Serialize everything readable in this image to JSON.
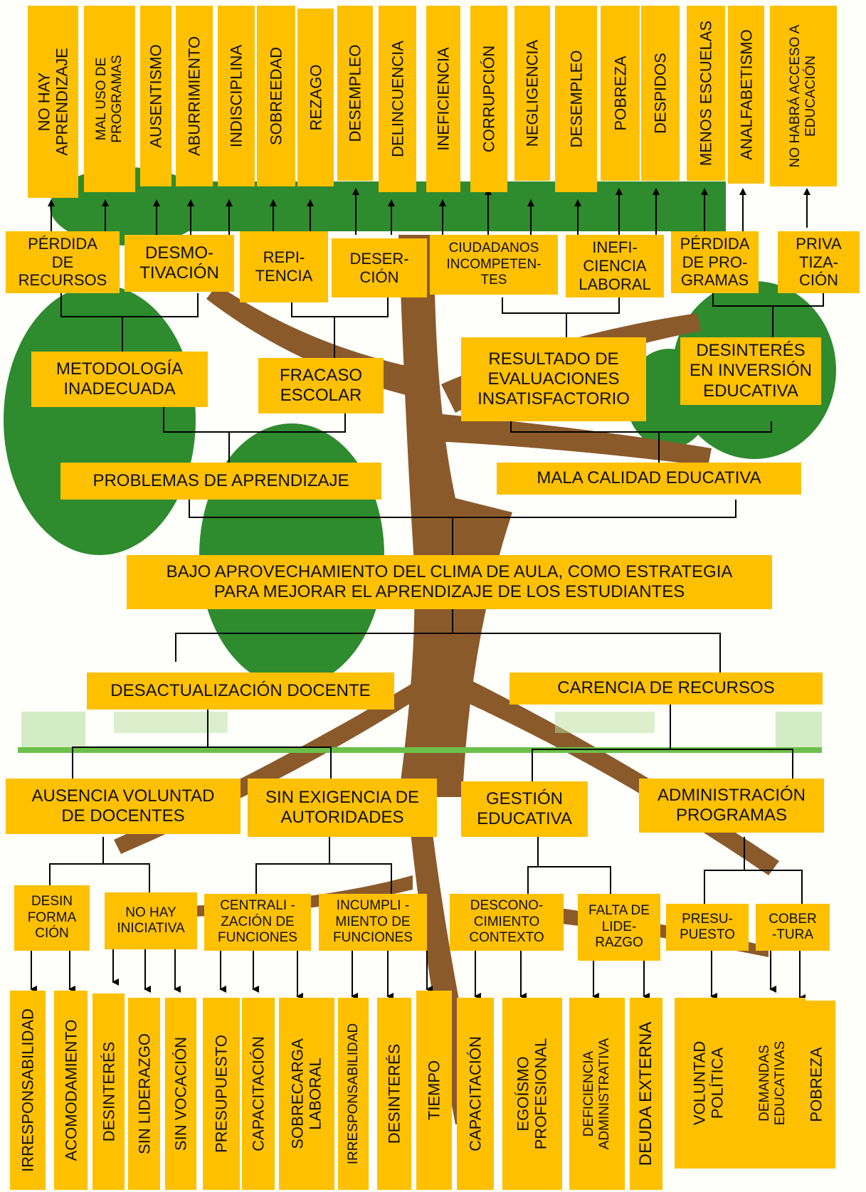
{
  "colors": {
    "box": "#ffc000",
    "trunk": "#8b5a2b",
    "foliage": "#2e8b2e",
    "grass": "#6cc04a",
    "line": "#000000"
  },
  "effects": [
    "NO HAY\nAPRENDIZAJE",
    "MAL USO DE\nPROGRAMAS",
    "AUSENTISMO",
    "ABURRIMIENTO",
    "INDISCIPLINA",
    "SOBREEDAD",
    "REZAGO",
    "DESEMPLEO",
    "DELINCUENCIA",
    "INEFICIENCIA",
    "CORRUPCIÓN",
    "NEGLIGENCIA",
    "DESEMPLEO",
    "POBREZA",
    "DESPIDOS",
    "MENOS ESCUELAS",
    "ANALFABETISMO",
    "NO HABRÁ ACCESO A\nEDUCACIÓN"
  ],
  "consequences": [
    "PÉRDIDA\nDE\nRECURSOS",
    "DESMO-\nTIVACIÓN",
    "REPI-\nTENCIA",
    "DESER-\nCIÓN",
    "CIUDADANOS\nINCOMPETEN-\nTES",
    "INEFI-\nCIENCIA\nLABORAL",
    "PÉRDIDA\nDE PRO-\nGRAMAS",
    "PRIVA\nTIZA-\nCIÓN"
  ],
  "mid_effects": [
    "METODOLOGÍA\nINADECUADA",
    "FRACASO\nESCOLAR",
    "RESULTADO DE\nEVALUACIONES\nINSATISFACTORIO",
    "DESINTERÉS\nEN INVERSIÓN\nEDUCATIVA"
  ],
  "top_effects": [
    "PROBLEMAS DE APRENDIZAJE",
    "MALA CALIDAD EDUCATIVA"
  ],
  "central_problem": "BAJO APROVECHAMIENTO DEL CLIMA DE AULA, COMO ESTRATEGIA\nPARA MEJORAR EL APRENDIZAJE DE LOS ESTUDIANTES",
  "main_causes": [
    "DESACTUALIZACIÓN DOCENTE",
    "CARENCIA DE RECURSOS"
  ],
  "secondary_causes": [
    "AUSENCIA VOLUNTAD\nDE DOCENTES",
    "SIN EXIGENCIA DE\nAUTORIDADES",
    "GESTIÓN\nEDUCATIVA",
    "ADMINISTRACIÓN\nPROGRAMAS"
  ],
  "tertiary_causes": [
    "DESIN\nFORMA\nCIÓN",
    "NO HAY\nINICIATIVA",
    "CENTRALI -\nZACIÓN DE\nFUNCIONES",
    "INCUMPLI -\nMIENTO DE\nFUNCIONES",
    "DESCONO-\nCIMIENTO\nCONTEXTO",
    "FALTA DE\nLIDE-\nRAZGO",
    "PRESU-\nPUESTO",
    "COBER\n-TURA"
  ],
  "roots": [
    "IRRESPONSABILIDAD",
    "ACOMODAMIENTO",
    "DESINTERÉS",
    "SIN LIDERAZGO",
    "SIN VOCACIÓN",
    "PRESUPUESTO",
    "CAPACITACIÓN",
    "SOBRECARGA\nLABORAL",
    "IRRESPONSABILIDAD",
    "DESINTERÉS",
    "TIEMPO",
    "CAPACITACIÓN",
    "EGOÍSMO\nPROFESIONAL",
    "DEFICIENCIA\nADMINISTRATIVA",
    "DEUDA EXTERNA",
    "VOLUNTAD\nPOLÍTICA",
    "DEMANDAS\nEDUCATIVAS",
    "POBREZA"
  ]
}
